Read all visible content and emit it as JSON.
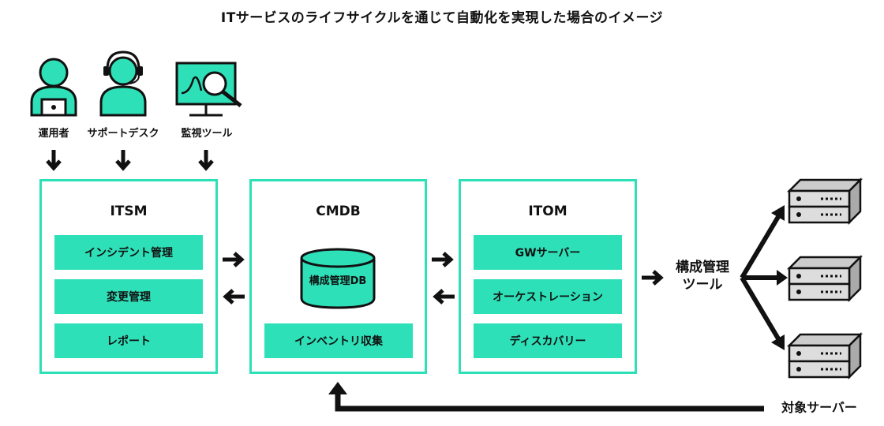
{
  "title": "ITサービスのライフサイクルを通じて自動化を実現した場合のイメージ",
  "actors": [
    {
      "label": "運用者",
      "icon": "operator-icon"
    },
    {
      "label": "サポートデスク",
      "icon": "support-desk-icon"
    },
    {
      "label": "監視ツール",
      "icon": "monitoring-tool-icon"
    }
  ],
  "itsm": {
    "title": "ITSM",
    "items": [
      "インシデント管理",
      "変更管理",
      "レポート"
    ]
  },
  "cmdb": {
    "title": "CMDB",
    "db_label": "構成管理DB",
    "item": "インベントリ収集"
  },
  "itom": {
    "title": "ITOM",
    "items": [
      "GWサーバー",
      "オーケストレーション",
      "ディスカバリー"
    ]
  },
  "config_tool": {
    "line1": "構成管理",
    "line2": "ツール"
  },
  "target_servers": "対象サーバー",
  "colors": {
    "accent": "#2ee0b8",
    "dark": "#111111"
  }
}
